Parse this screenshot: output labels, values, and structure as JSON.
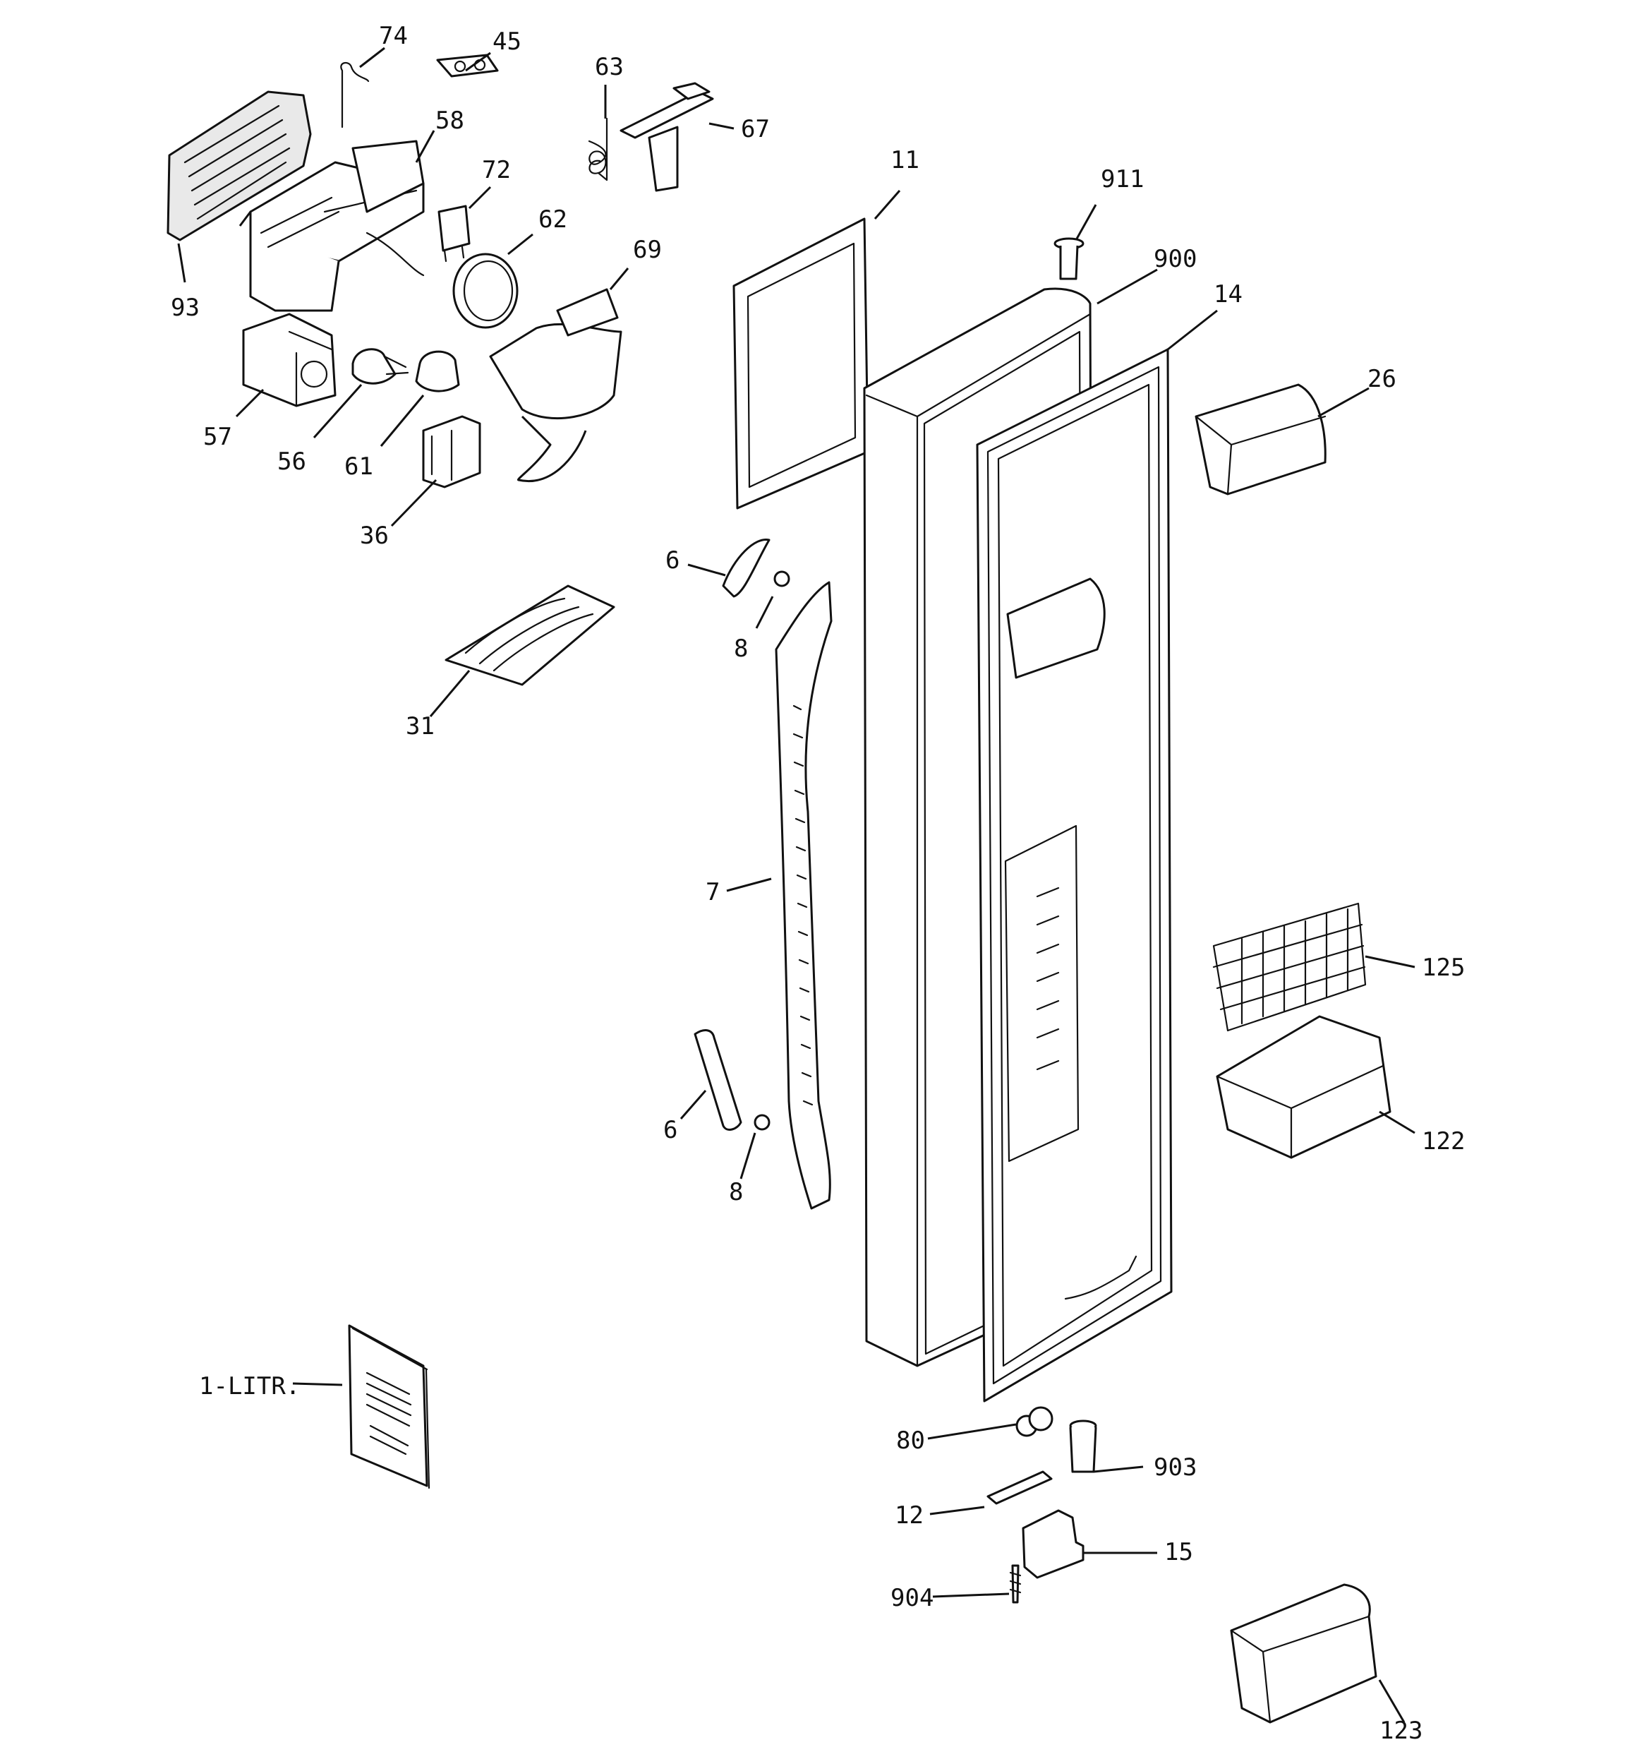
{
  "diagram": {
    "callouts": [
      "74",
      "45",
      "58",
      "72",
      "63",
      "67",
      "93",
      "62",
      "69",
      "57",
      "56",
      "61",
      "36",
      "11",
      "911",
      "900",
      "14",
      "26",
      "6",
      "8",
      "31",
      "7",
      "125",
      "6",
      "122",
      "8",
      "1-LITR.",
      "80",
      "903",
      "12",
      "15",
      "904",
      "123"
    ]
  }
}
